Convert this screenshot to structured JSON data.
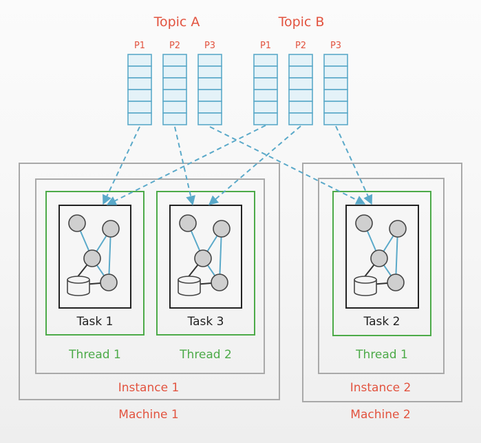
{
  "topics": [
    {
      "label": "Topic A",
      "partitions": [
        "P1",
        "P2",
        "P3"
      ]
    },
    {
      "label": "Topic B",
      "partitions": [
        "P1",
        "P2",
        "P3"
      ]
    }
  ],
  "machines": [
    {
      "label": "Machine 1",
      "instance": {
        "label": "Instance 1",
        "threads": [
          {
            "label": "Thread 1",
            "task": "Task 1"
          },
          {
            "label": "Thread 2",
            "task": "Task 3"
          }
        ]
      }
    },
    {
      "label": "Machine 2",
      "instance": {
        "label": "Instance 2",
        "threads": [
          {
            "label": "Thread 1",
            "task": "Task 2"
          }
        ]
      }
    }
  ],
  "colors": {
    "topic_text": "#e2533f",
    "partition_fill": "#e4f2f8",
    "partition_stroke": "#5aa9c9",
    "arrow": "#5aa9c9",
    "thread_border": "#4caa48",
    "container_border": "#a9a9a9"
  }
}
